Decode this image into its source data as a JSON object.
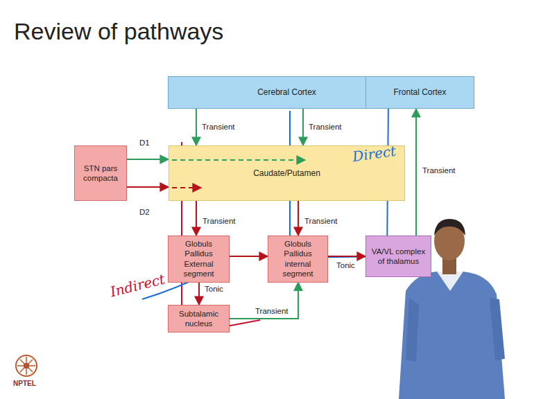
{
  "diagram": {
    "title": "Review of pathways",
    "nodes": [
      {
        "text": [
          "Cerebral Cortex"
        ]
      },
      {
        "text": [
          "Frontal Cortex"
        ]
      },
      {
        "text": [
          "STN pars compacta"
        ]
      },
      {
        "text": [
          "Caudate/Putamen"
        ]
      },
      {
        "text": [
          "Globuls Pallidus External segment"
        ]
      },
      {
        "text": [
          "Globuls Pallidus internal segment"
        ]
      },
      {
        "text": [
          "VA/VL complex of thalamus"
        ]
      },
      {
        "text": [
          "Subtalamic nucleus"
        ]
      }
    ],
    "edges": [
      {
        "from": 0,
        "to": 3,
        "label": "Transient",
        "arrow": "to"
      },
      {
        "from": 0,
        "to": 3,
        "label": "Transient",
        "arrow": "to"
      },
      {
        "from": 2,
        "to": 3,
        "label": "D1",
        "arrow": "to"
      },
      {
        "from": 2,
        "to": 3,
        "label": "D2",
        "arrow": "to"
      },
      {
        "from": 3,
        "to": 4,
        "label": "Transient",
        "arrow": "to"
      },
      {
        "from": 3,
        "to": 5,
        "label": "Transient",
        "arrow": "to"
      },
      {
        "from": 4,
        "to": 5,
        "arrow": "to"
      },
      {
        "from": 4,
        "to": 7,
        "label": "Tonic",
        "arrow": "to"
      },
      {
        "from": 7,
        "to": 5,
        "label": "Transient",
        "arrow": "to"
      },
      {
        "from": 5,
        "to": 6,
        "label": "Tonic",
        "arrow": "to"
      },
      {
        "from": 6,
        "to": 1,
        "label": "Transient",
        "arrow": "to"
      }
    ],
    "labels": [
      "Direct",
      "Indirect",
      "NPTEL"
    ]
  }
}
